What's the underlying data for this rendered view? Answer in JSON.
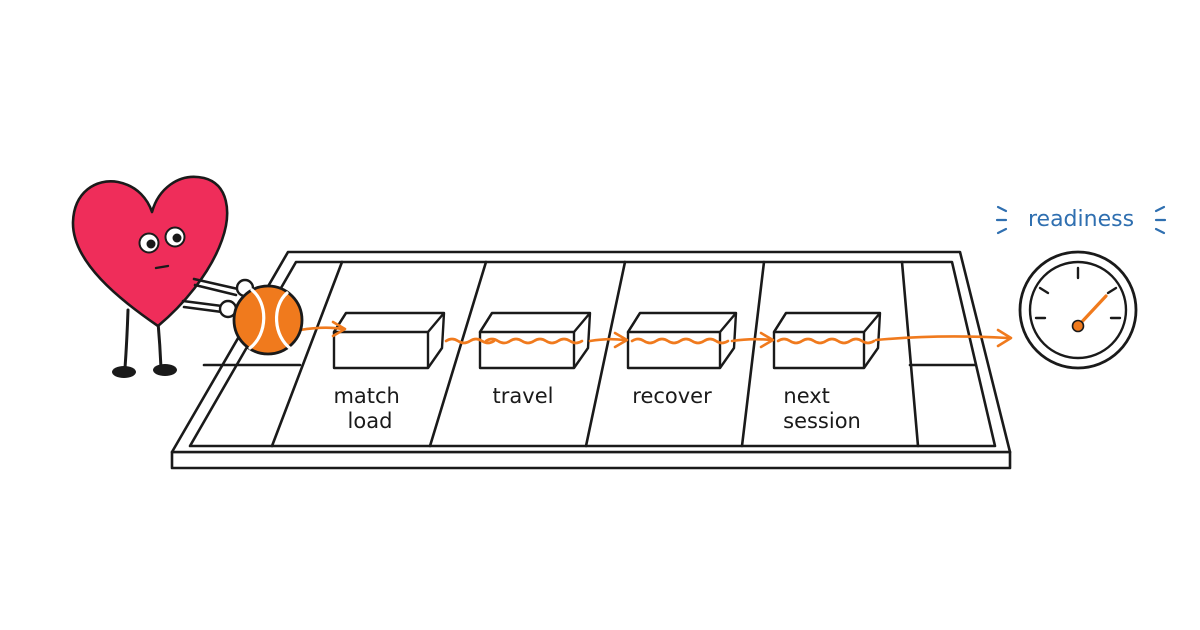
{
  "stages": [
    {
      "id": "match-load",
      "lines": [
        "match",
        "load"
      ]
    },
    {
      "id": "travel",
      "lines": [
        "travel"
      ]
    },
    {
      "id": "recover",
      "lines": [
        "recover"
      ]
    },
    {
      "id": "next-session",
      "lines": [
        "next",
        "session"
      ]
    }
  ],
  "gauge": {
    "label": "readiness"
  },
  "colors": {
    "ink": "#1a1a1a",
    "heart": "#ef2d5a",
    "ball": "#f07a1d",
    "flow": "#f07a1d",
    "label_blue": "#2f6fb0"
  }
}
